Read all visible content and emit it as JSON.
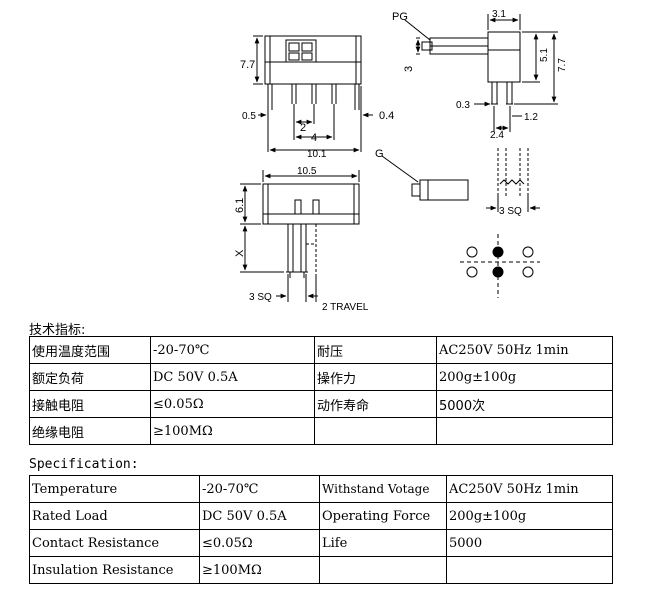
{
  "drawing": {
    "labels": {
      "pg": "PG",
      "g": "G",
      "d_7_7_front": "7.7",
      "d_0_5": "0.5",
      "d_2": "2",
      "d_4": "4",
      "d_10_1": "10.1",
      "d_0_4": "0.4",
      "d_3_1": "3.1",
      "d_3": "3",
      "d_5_1": "5.1",
      "d_7_7_side": "7.7",
      "d_0_3": "0.3",
      "d_2_4": "2.4",
      "d_1_2": "1.2",
      "d_10_5": "10.5",
      "d_6_1": "6.1",
      "d_x": "X",
      "d_3sq_bottom": "3 SQ",
      "d_2_travel": "2 TRAVEL",
      "d_3sq_detail": "3 SQ"
    }
  },
  "table_cn": {
    "title": "技术指标:",
    "rows": [
      [
        "使用温度范围",
        "-20-70℃",
        "耐压",
        "AC250V 50Hz 1min"
      ],
      [
        "额定负荷",
        "DC 50V 0.5A",
        "操作力",
        "200g±100g"
      ],
      [
        "接触电阻",
        "≤0.05Ω",
        "动作寿命",
        "5000次"
      ],
      [
        "绝缘电阻",
        "≥100MΩ",
        "",
        ""
      ]
    ]
  },
  "table_en": {
    "title": "Specification:",
    "rows": [
      [
        "Temperature",
        "-20-70℃",
        "Withstand Votage",
        "AC250V 50Hz 1min"
      ],
      [
        "Rated Load",
        "DC 50V 0.5A",
        "Operating Force",
        "200g±100g"
      ],
      [
        "Contact Resistance",
        "≤0.05Ω",
        "Life",
        "5000"
      ],
      [
        "Insulation Resistance",
        "≥100MΩ",
        "",
        ""
      ]
    ]
  }
}
